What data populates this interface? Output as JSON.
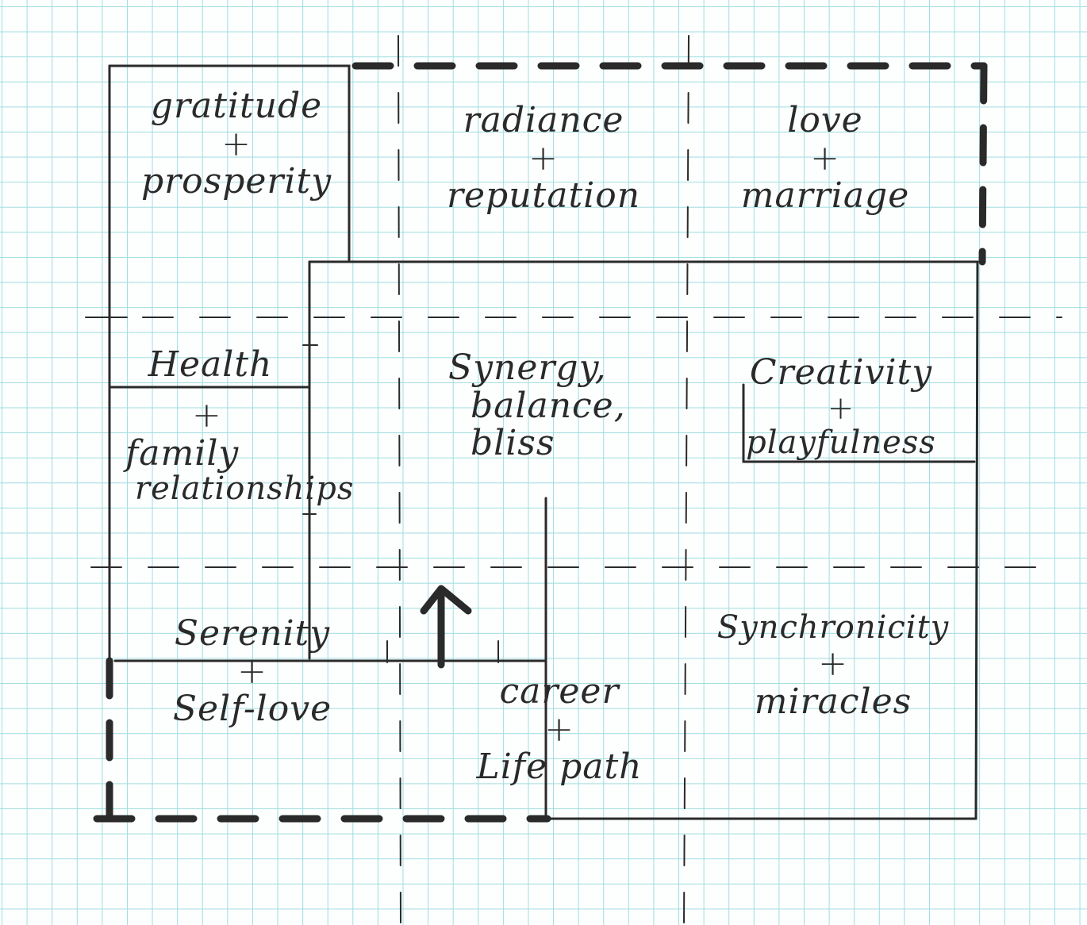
{
  "diagram": {
    "areas": {
      "gratitude": {
        "line1": "gratitude",
        "plus": "+",
        "line2": "prosperity"
      },
      "radiance": {
        "line1": "radiance",
        "plus": "+",
        "line2": "reputation"
      },
      "love": {
        "line1": "love",
        "plus": "+",
        "line2": "marriage"
      },
      "health": {
        "line1": "Health"
      },
      "family": {
        "plus": "+",
        "line1": "family",
        "line2": "relationships"
      },
      "synergy": {
        "line1": "Synergy,",
        "line2": "balance,",
        "line3": "bliss"
      },
      "creativity": {
        "line1": "Creativity",
        "plus": "+",
        "line2": "playfulness"
      },
      "serenity": {
        "line1": "Serenity",
        "plus": "+",
        "line2": "Self-love"
      },
      "career": {
        "line1": "career",
        "plus": "+",
        "line2": "Life path"
      },
      "synchronicity": {
        "line1": "Synchronicity",
        "plus": "+",
        "line2": "miracles"
      }
    },
    "colors": {
      "ink": "#2a2a2a",
      "grid": "#9fdde0",
      "paper": "#fdfefe"
    }
  }
}
